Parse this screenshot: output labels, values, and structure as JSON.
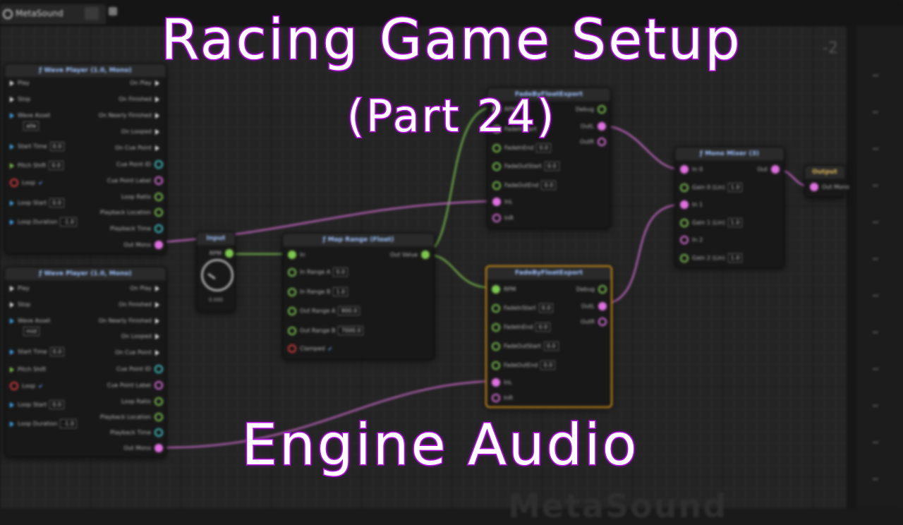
{
  "overlay": {
    "title_line1": "Racing Game Setup",
    "title_line2": "(Part 24)",
    "title_line3": "Engine Audio"
  },
  "editor": {
    "tab_label": "MetaSound",
    "zoom_label": "-2",
    "watermark": "MetaSound"
  },
  "nodes": {
    "wave_player_top": {
      "title": "ƒ Wave Player (1.0, Mono)",
      "inputs": [
        "Play",
        "Stop",
        "Wave Asset",
        "Start Time",
        "Pitch Shift",
        "Loop",
        "Loop Start",
        "Loop Duration"
      ],
      "outputs": [
        "On Play",
        "On Finished",
        "On Nearly Finished",
        "On Looped",
        "On Cue Point",
        "Cue Point ID",
        "Cue Point Label",
        "Loop Ratio",
        "Playback Location",
        "Playback Time",
        "Out Mono"
      ],
      "wave_asset_value": "alle",
      "start_time": "0.0",
      "pitch_shift": "0.0",
      "loop_start": "0.0",
      "loop_duration": "-1.0"
    },
    "wave_player_bottom": {
      "title": "ƒ Wave Player (1.0, Mono)",
      "inputs": [
        "Play",
        "Stop",
        "Wave Asset",
        "Start Time",
        "Pitch Shift",
        "Loop",
        "Loop Start",
        "Loop Duration"
      ],
      "outputs": [
        "On Play",
        "On Finished",
        "On Nearly Finished",
        "On Looped",
        "On Cue Point",
        "Cue Point ID",
        "Cue Point Label",
        "Loop Ratio",
        "Playback Location",
        "Playback Time",
        "Out Mono"
      ],
      "wave_asset_value": "mid",
      "start_time": "0.0",
      "loop_start": "0.0",
      "loop_duration": "-1.0"
    },
    "input_rpm": {
      "title": "Input",
      "output": "RPM",
      "value": "0.000"
    },
    "map_range": {
      "title": "ƒ Map Range (Float)",
      "inputs": [
        "In",
        "In Range A",
        "In Range B",
        "Out Range A",
        "Out Range B",
        "Clamped"
      ],
      "output": "Out Value",
      "in_range_a": "0.0",
      "in_range_b": "1.0",
      "out_range_a": "900.0",
      "out_range_b": "7000.0"
    },
    "fade_top": {
      "title": "FadeByFloatExport",
      "inputs": [
        "RPM",
        "FadeInStart",
        "FadeInEnd",
        "FadeOutStart",
        "FadeOutEnd",
        "InL",
        "InR"
      ],
      "outputs": [
        "Debug",
        "OutL",
        "OutR"
      ],
      "fade_in_end": "0.0",
      "fade_out_start": "0.0",
      "fade_out_end": "0.0"
    },
    "fade_bottom": {
      "title": "FadeByFloatExport",
      "inputs": [
        "RPM",
        "FadeInStart",
        "FadeInEnd",
        "FadeOutStart",
        "FadeOutEnd",
        "InL",
        "InR"
      ],
      "outputs": [
        "Debug",
        "OutL",
        "OutR"
      ],
      "fade_in_start": "0.0",
      "fade_in_end": "0.0",
      "fade_out_start": "0.0",
      "fade_out_end": "0.0"
    },
    "mono_mixer": {
      "title": "ƒ Mono Mixer (3)",
      "inputs": [
        "In 0",
        "Gain 0 (Lin)",
        "In 1",
        "Gain 1 (Lin)",
        "In 2",
        "Gain 2 (Lin)"
      ],
      "output": "Out",
      "gain0": "1.0",
      "gain1": "1.0",
      "gain2": "1.0"
    },
    "output": {
      "title": "Output",
      "input": "Out Mono"
    }
  },
  "colors": {
    "title_text": "#ffffff",
    "title_outline": "#c020e8",
    "selection": "#d9941a",
    "wire_audio": "#d46fd4",
    "wire_float": "#7ec850"
  }
}
